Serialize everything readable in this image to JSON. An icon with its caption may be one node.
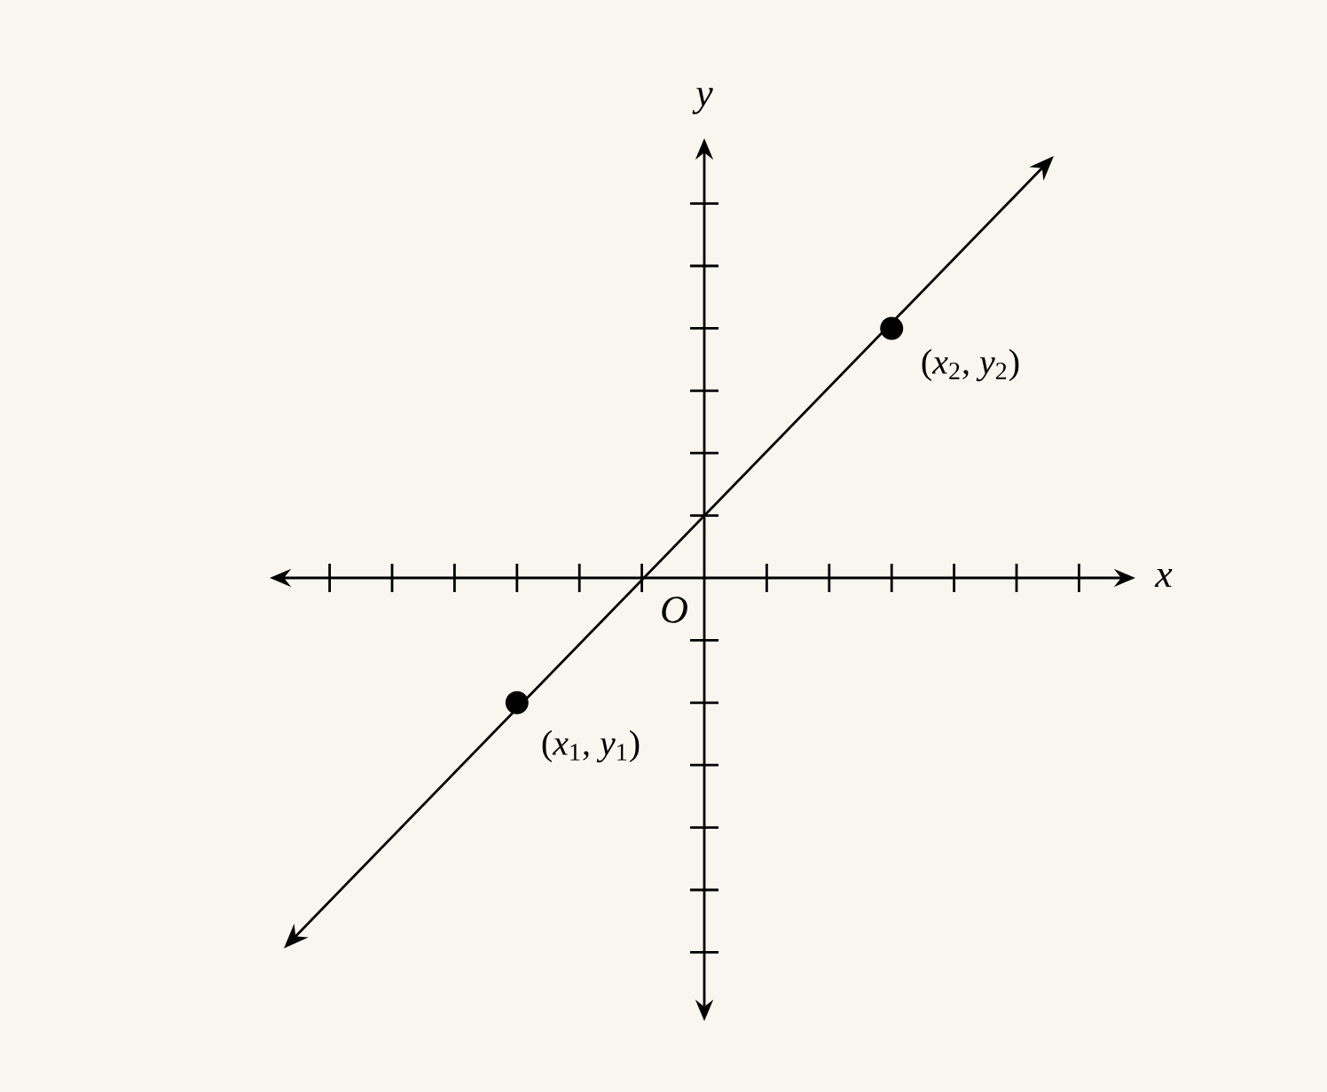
{
  "diagram": {
    "labels": [
      "*y*",
      "*x*",
      "*O*",
      "(*x*$_{1}$, *y*$_{1}$)",
      "(*x*$_{2}$, *y*$_{2}$)"
    ]
  }
}
